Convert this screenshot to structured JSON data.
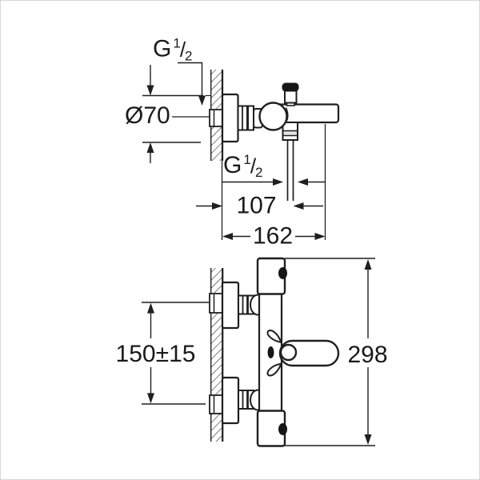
{
  "colors": {
    "line": "#1f1f1f",
    "background": "#ffffff",
    "frame": "#d8d8d8"
  },
  "labels": {
    "thread_top": {
      "base": "G",
      "numerator": "1",
      "slash": "/",
      "denominator": "2"
    },
    "thread_bottom": {
      "base": "G",
      "numerator": "1",
      "slash": "/",
      "denominator": "2"
    },
    "diameter": "Ø70",
    "projection_spout": "107",
    "projection_total": "162",
    "center_distance": "150±15",
    "height_total": "298"
  }
}
